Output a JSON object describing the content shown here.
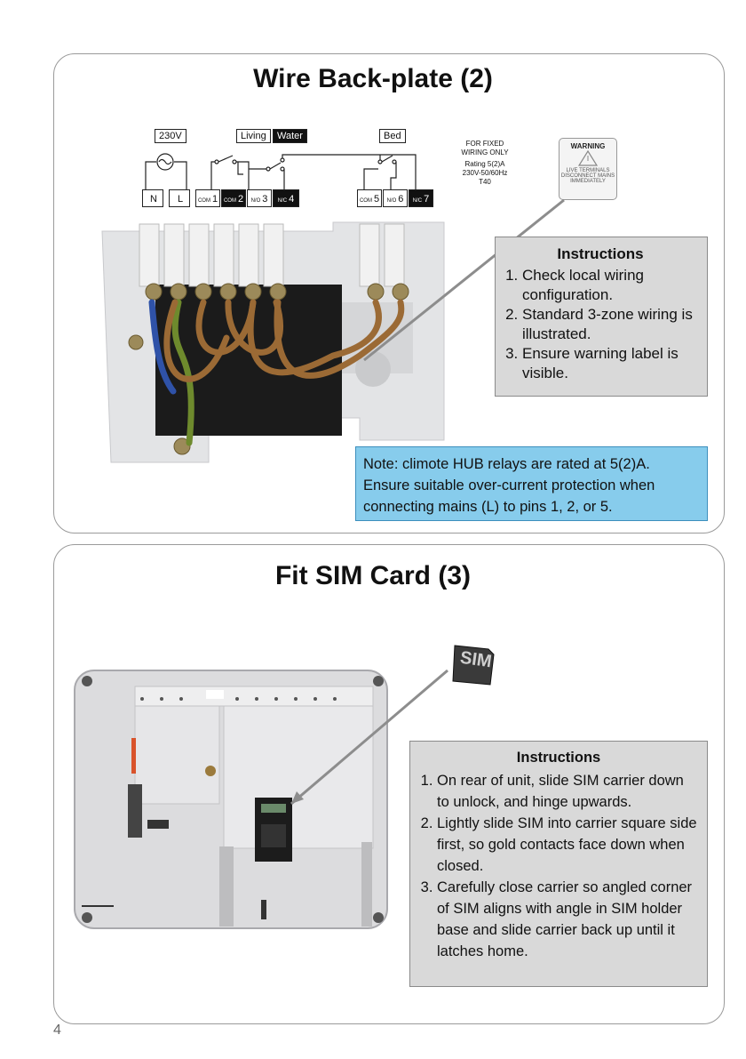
{
  "panel1": {
    "title": "Wire Back-plate (2)",
    "diagram": {
      "labels": {
        "v230": "230V",
        "living": "Living",
        "water": "Water",
        "bed": "Bed"
      },
      "terminals": [
        {
          "pre": "",
          "num": "N",
          "dark": false
        },
        {
          "pre": "",
          "num": "L",
          "dark": false
        },
        {
          "pre": "COM",
          "num": "1",
          "dark": false
        },
        {
          "pre": "COM",
          "num": "2",
          "dark": true
        },
        {
          "pre": "N/O",
          "num": "3",
          "dark": false
        },
        {
          "pre": "N/C",
          "num": "4",
          "dark": true
        },
        {
          "pre": "COM",
          "num": "5",
          "dark": false
        },
        {
          "pre": "N/O",
          "num": "6",
          "dark": false
        },
        {
          "pre": "N/C",
          "num": "7",
          "dark": true
        }
      ],
      "fixed_text": [
        "FOR FIXED",
        "WIRING ONLY",
        "Rating 5(2)A",
        "230V-50/60Hz",
        "T40"
      ],
      "warning_label": {
        "title": "WARNING",
        "lines": [
          "LIVE TERMINALS",
          "DISCONNECT MAINS",
          "IMMEDIATELY"
        ]
      }
    },
    "instructions": {
      "heading": "Instructions",
      "items": [
        "Check local wiring configuration.",
        "Standard 3-zone wiring is illustrated.",
        "Ensure warning label is visible."
      ]
    },
    "note": {
      "lines": [
        "Note:  climote HUB relays are rated at 5(2)A.",
        "Ensure suitable over-current protection when",
        "connecting mains (L) to pins 1, 2, or 5."
      ]
    }
  },
  "panel2": {
    "title": "Fit SIM Card (3)",
    "sim_text": "SIM",
    "instructions": {
      "heading": "Instructions",
      "items": [
        "On rear of unit, slide SIM carrier down to unlock, and hinge upwards.",
        "Lightly slide SIM into carrier square side first, so gold contacts face down when closed.",
        "Carefully close carrier so angled corner of SIM aligns with angle in SIM holder base and slide carrier back up until it latches home."
      ]
    }
  },
  "page_number": "4"
}
